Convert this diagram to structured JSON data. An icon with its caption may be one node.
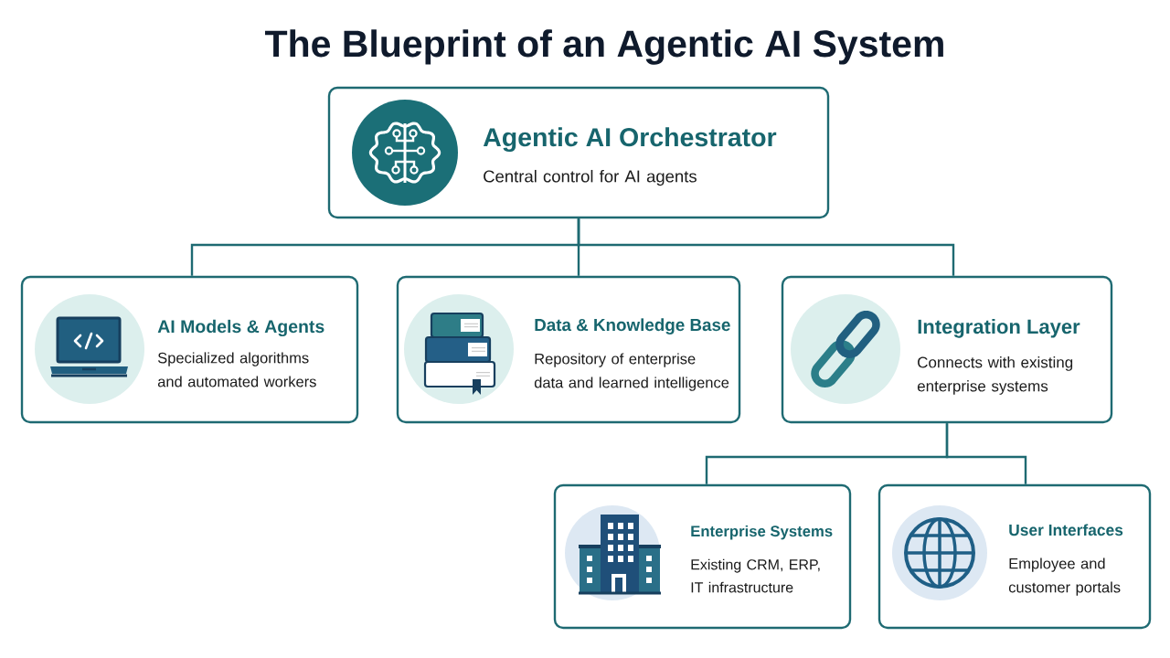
{
  "diagram": {
    "title": "The Blueprint of an Agentic AI System",
    "nodes": [
      {
        "text": [
          "Agentic AI Orchestrator",
          "Central control for AI agents"
        ]
      },
      {
        "text": [
          "AI Models & Agents",
          "Specialized algorithms and automated workers"
        ]
      },
      {
        "text": [
          "Data & Knowledge Base",
          "Repository of enterprise data and learned intelligence"
        ]
      },
      {
        "text": [
          "Integration Layer",
          "Connects with existing enterprise systems"
        ]
      },
      {
        "text": [
          "Enterprise Systems",
          "Existing CRM, ERP, IT infrastructure"
        ]
      },
      {
        "text": [
          "User Interfaces",
          "Employee and customer portals"
        ]
      }
    ],
    "edges": [
      {
        "from": 0,
        "to": 1,
        "arrow": "none"
      },
      {
        "from": 0,
        "to": 2,
        "arrow": "none"
      },
      {
        "from": 0,
        "to": 3,
        "arrow": "none"
      },
      {
        "from": 3,
        "to": 4,
        "arrow": "none"
      },
      {
        "from": 3,
        "to": 5,
        "arrow": "none"
      }
    ]
  }
}
